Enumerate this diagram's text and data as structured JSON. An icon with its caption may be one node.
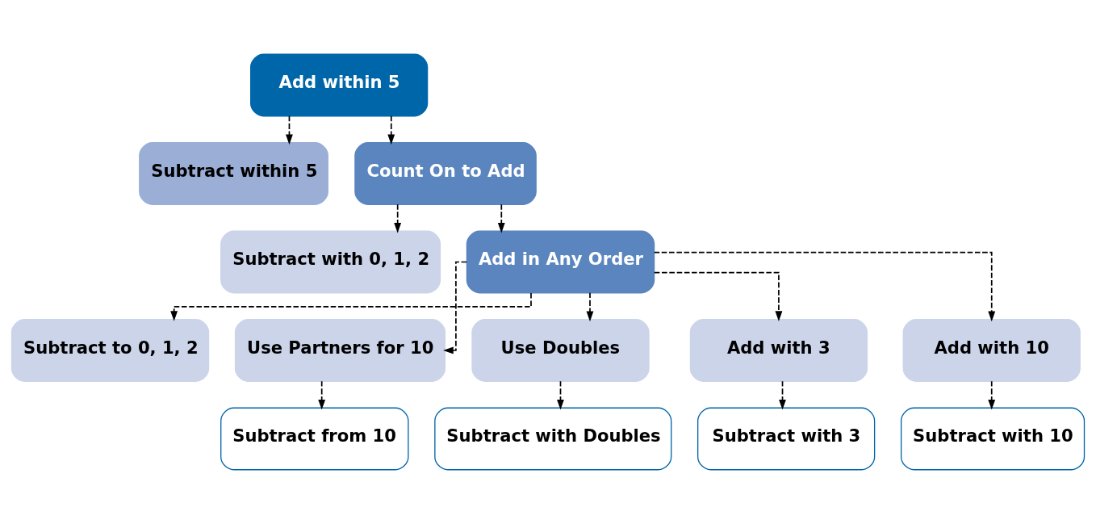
{
  "diagram": {
    "nodes": [
      {
        "text": [
          "Add within 5"
        ]
      },
      {
        "text": [
          "Subtract within 5"
        ]
      },
      {
        "text": [
          "Count On to Add"
        ]
      },
      {
        "text": [
          "Subtract with 0, 1, 2"
        ]
      },
      {
        "text": [
          "Add in Any Order"
        ]
      },
      {
        "text": [
          "Subtract to 0, 1, 2"
        ]
      },
      {
        "text": [
          "Use Partners for 10"
        ]
      },
      {
        "text": [
          "Use Doubles"
        ]
      },
      {
        "text": [
          "Add with 3"
        ]
      },
      {
        "text": [
          "Add with 10"
        ]
      },
      {
        "text": [
          "Subtract from 10"
        ]
      },
      {
        "text": [
          "Subtract with Doubles"
        ]
      },
      {
        "text": [
          "Subtract with 3"
        ]
      },
      {
        "text": [
          "Subtract with 10"
        ]
      }
    ],
    "edges": [
      {
        "from": 0,
        "to": 1,
        "arrow": "to",
        "style": "dashed"
      },
      {
        "from": 0,
        "to": 2,
        "arrow": "to",
        "style": "dashed"
      },
      {
        "from": 2,
        "to": 3,
        "arrow": "to",
        "style": "dashed"
      },
      {
        "from": 2,
        "to": 4,
        "arrow": "to",
        "style": "dashed"
      },
      {
        "from": 4,
        "to": 5,
        "arrow": "to",
        "style": "dashed"
      },
      {
        "from": 4,
        "to": 6,
        "arrow": "to",
        "style": "dashed"
      },
      {
        "from": 4,
        "to": 7,
        "arrow": "to",
        "style": "dashed"
      },
      {
        "from": 4,
        "to": 8,
        "arrow": "to",
        "style": "dashed"
      },
      {
        "from": 4,
        "to": 9,
        "arrow": "to",
        "style": "dashed"
      },
      {
        "from": 6,
        "to": 10,
        "arrow": "to",
        "style": "dashed"
      },
      {
        "from": 7,
        "to": 11,
        "arrow": "to",
        "style": "dashed"
      },
      {
        "from": 8,
        "to": 12,
        "arrow": "to",
        "style": "dashed"
      },
      {
        "from": 9,
        "to": 13,
        "arrow": "to",
        "style": "dashed"
      }
    ]
  }
}
